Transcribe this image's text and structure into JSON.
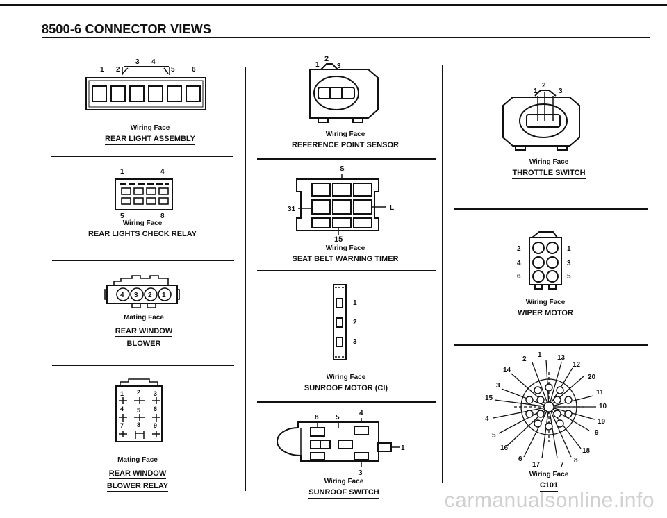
{
  "header": {
    "title": "8500-6   CONNECTOR VIEWS"
  },
  "connectors": {
    "rear_light_assembly": {
      "face": "Wiring Face",
      "name": "REAR LIGHT ASSEMBLY",
      "pins": [
        "1",
        "2",
        "3",
        "4",
        "5",
        "6"
      ]
    },
    "rear_lights_check_relay": {
      "face": "Wiring Face",
      "name": "REAR LIGHTS CHECK RELAY",
      "pins": [
        "1",
        "4",
        "5",
        "8"
      ]
    },
    "rear_window_blower": {
      "face": "Mating Face",
      "name_line1": "REAR WINDOW",
      "name_line2": "BLOWER",
      "pins": [
        "4",
        "3",
        "2",
        "1"
      ]
    },
    "rear_window_blower_relay": {
      "face": "Mating Face",
      "name_line1": "REAR WINDOW",
      "name_line2": "BLOWER RELAY",
      "pins": [
        "1",
        "2",
        "3",
        "4",
        "5",
        "6",
        "7",
        "8",
        "9"
      ]
    },
    "reference_point_sensor": {
      "face": "Wiring Face",
      "name": "REFERENCE POINT SENSOR",
      "pins": [
        "1",
        "2",
        "3"
      ]
    },
    "seat_belt_warning_timer": {
      "face": "Wiring Face",
      "name": "SEAT BELT WARNING TIMER",
      "pins": [
        "S",
        "31",
        "L",
        "15"
      ]
    },
    "sunroof_motor": {
      "face": "Wiring Face",
      "name": "SUNROOF MOTOR (CI)",
      "pins": [
        "1",
        "2",
        "3"
      ]
    },
    "sunroof_switch": {
      "face": "Wiring Face",
      "name": "SUNROOF SWITCH",
      "pins": [
        "8",
        "5",
        "4",
        "1",
        "3"
      ]
    },
    "throttle_switch": {
      "face": "Wiring Face",
      "name": "THROTTLE SWITCH",
      "pins": [
        "1",
        "2",
        "3"
      ]
    },
    "wiper_motor": {
      "face": "Wiring Face",
      "name": "WIPER MOTOR",
      "pins": [
        "2",
        "1",
        "4",
        "3",
        "6",
        "5"
      ]
    },
    "c101": {
      "face": "Wiring Face",
      "name": "C101",
      "pins": [
        "2",
        "1",
        "13",
        "12",
        "14",
        "20",
        "3",
        "11",
        "15",
        "10",
        "4",
        "19",
        "9",
        "5",
        "16",
        "18",
        "6",
        "17",
        "7",
        "8"
      ]
    }
  },
  "watermark": "carmanualsonline.info"
}
